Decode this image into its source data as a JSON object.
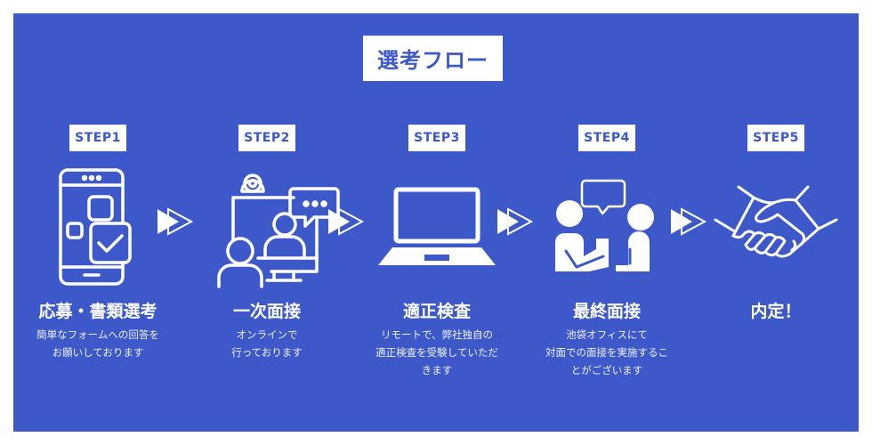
{
  "title": "選考フロー",
  "colors": {
    "background": "#3d58c9",
    "accent": "#ffffff"
  },
  "steps": [
    {
      "label": "STEP1",
      "icon": "smartphone-form-check-icon",
      "title": "応募・書類選考",
      "description": [
        "簡単なフォームへの回答を",
        "お願いしております"
      ]
    },
    {
      "label": "STEP2",
      "icon": "online-meeting-icon",
      "title": "一次面接",
      "description": [
        "オンラインで",
        "行っております"
      ]
    },
    {
      "label": "STEP3",
      "icon": "laptop-icon",
      "title": "適正検査",
      "description": [
        "リモートで、弊社独自の",
        "適正検査を受験していただ",
        "きます"
      ]
    },
    {
      "label": "STEP4",
      "icon": "face-to-face-interview-icon",
      "title": "最終面接",
      "description": [
        "池袋オフィスにて",
        "対面での面接を実施するこ",
        "とがございます"
      ]
    },
    {
      "label": "STEP5",
      "icon": "handshake-icon",
      "title": "内定！",
      "description": []
    }
  ],
  "connector_icon": "double-arrow-right-icon"
}
